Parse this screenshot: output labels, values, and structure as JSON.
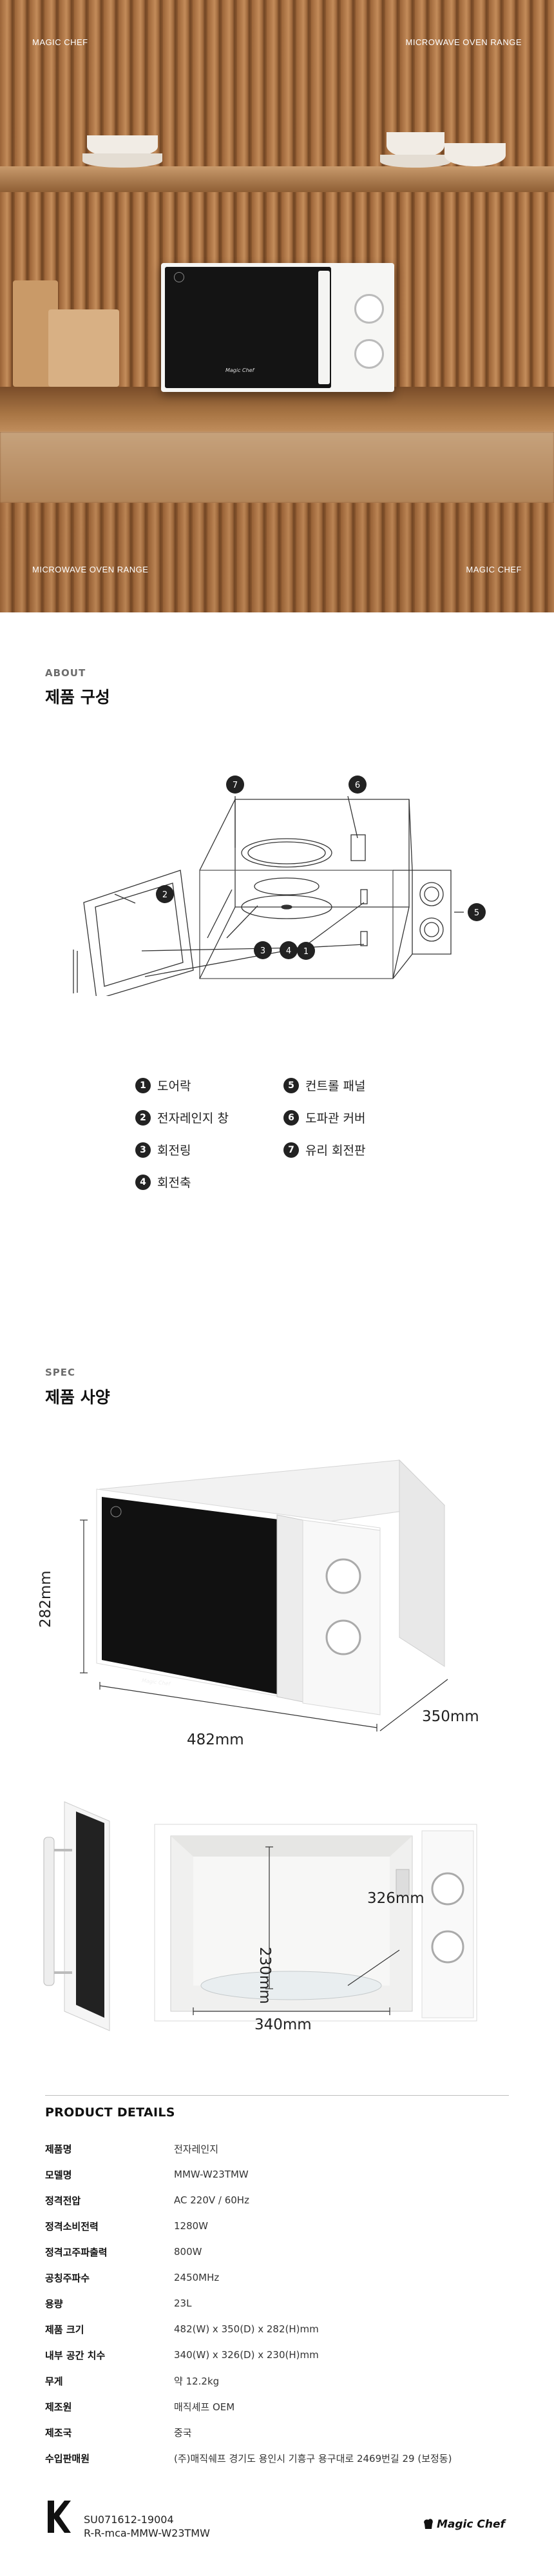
{
  "hero": {
    "top_left": "MAGIC CHEF",
    "top_right": "MICROWAVE OVEN RANGE",
    "bottom_left": "MICROWAVE OVEN RANGE",
    "bottom_right": "MAGIC CHEF",
    "brand_mark": "Magic Chef"
  },
  "about": {
    "eyebrow": "ABOUT",
    "title": "제품 구성",
    "callouts": [
      "1",
      "2",
      "3",
      "4",
      "5",
      "6",
      "7"
    ],
    "legend": [
      {
        "num": "1",
        "label": "도어락"
      },
      {
        "num": "5",
        "label": "컨트롤 패널"
      },
      {
        "num": "2",
        "label": "전자레인지 창"
      },
      {
        "num": "6",
        "label": "도파관 커버"
      },
      {
        "num": "3",
        "label": "회전링"
      },
      {
        "num": "7",
        "label": "유리 회전판"
      },
      {
        "num": "4",
        "label": "회전축"
      }
    ]
  },
  "spec": {
    "eyebrow": "SPEC",
    "title": "제품 사양",
    "outer": {
      "height": "282mm",
      "width": "482mm",
      "depth": "350mm"
    },
    "inner": {
      "height": "230mm",
      "depth": "326mm",
      "width": "340mm"
    },
    "brand_mark": "Magic Chef"
  },
  "details": {
    "heading": "PRODUCT DETAILS",
    "rows": [
      {
        "k": "제품명",
        "v": "전자레인지"
      },
      {
        "k": "모델명",
        "v": "MMW-W23TMW"
      },
      {
        "k": "정격전압",
        "v": "AC 220V / 60Hz"
      },
      {
        "k": "정격소비전력",
        "v": "1280W"
      },
      {
        "k": "정격고주파출력",
        "v": "800W"
      },
      {
        "k": "공칭주파수",
        "v": "2450MHz"
      },
      {
        "k": "용량",
        "v": "23L"
      },
      {
        "k": "제품 크기",
        "v": "482(W) x 350(D) x 282(H)mm"
      },
      {
        "k": "내부 공간 치수",
        "v": "340(W) x 326(D) x 230(H)mm"
      },
      {
        "k": "무게",
        "v": "약 12.2kg"
      },
      {
        "k": "제조원",
        "v": "매직셰프 OEM"
      },
      {
        "k": "제조국",
        "v": "중국"
      },
      {
        "k": "수입판매원",
        "v": "(주)매직쉐프  경기도 용인시 기흥구 용구대로 2469번길 29 (보정동)"
      }
    ]
  },
  "footer": {
    "cert_line1": "SU071612-19004",
    "cert_line2": "R-R-mca-MMW-W23TMW",
    "brand": "Magic Chef"
  },
  "colors": {
    "wood": "#a06a3d",
    "dark": "#1c1c1c",
    "divider": "#cfcfcf"
  }
}
